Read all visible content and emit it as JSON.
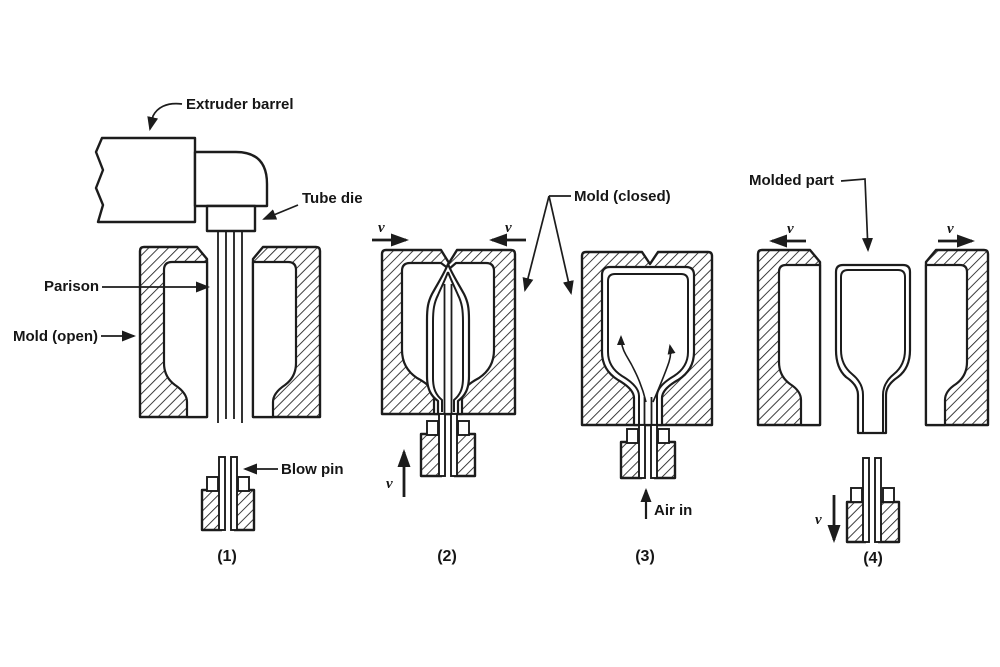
{
  "colors": {
    "background": "#ffffff",
    "ink": "#1c1c1c"
  },
  "diagram": {
    "labels": {
      "extruder_barrel": "Extruder barrel",
      "tube_die": "Tube die",
      "parison": "Parison",
      "mold_open": "Mold (open)",
      "blow_pin": "Blow pin",
      "mold_closed": "Mold (closed)",
      "molded_part": "Molded part",
      "air_in": "Air in",
      "velocity": "v"
    },
    "stages": [
      {
        "number": "(1)"
      },
      {
        "number": "(2)"
      },
      {
        "number": "(3)"
      },
      {
        "number": "(4)"
      }
    ]
  }
}
